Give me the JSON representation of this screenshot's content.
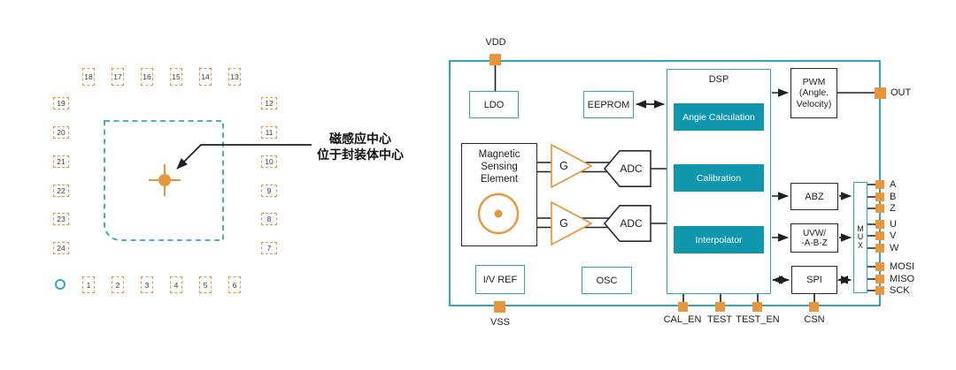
{
  "figure": {
    "package": {
      "pins_top": [
        "18",
        "17",
        "16",
        "15",
        "14",
        "13"
      ],
      "pins_left": [
        "19",
        "20",
        "21",
        "22",
        "23",
        "24"
      ],
      "pins_right": [
        "12",
        "11",
        "10",
        "9",
        "8",
        "7"
      ],
      "pins_bottom": [
        "1",
        "2",
        "3",
        "4",
        "5",
        "6"
      ],
      "annotation": "磁感应中心\n位于封装体中心"
    },
    "block_diagram": {
      "ldo": "LDO",
      "eeprom": "EEPROM",
      "dsp": "DSP",
      "angle_calculation": "Angie Calculation",
      "calibration": "Calibration",
      "interpolator": "Interpolator",
      "pwm": "PWM\n(Angle.\nVelocity)",
      "magnetic_sensing_element": "Magnetic\nSensing\nElement",
      "gain1": "G",
      "gain2": "G",
      "adc1": "ADC",
      "adc2": "ADC",
      "abz": "ABZ",
      "uvw": "UVW/\n-A-B-Z",
      "spi": "SPI",
      "mux": "M\nU\nX",
      "iv_ref": "I/V REF",
      "osc": "OSC",
      "pin_vdd": "VDD",
      "pin_vss": "VSS",
      "pin_out": "OUT",
      "pin_cal_en": "CAL_EN",
      "pin_test": "TEST",
      "pin_test_en": "TEST_EN",
      "pin_csn": "CSN",
      "right_pins": [
        "A",
        "B",
        "Z",
        "U",
        "V",
        "W",
        "MOSI",
        "MISO",
        "SCK"
      ]
    },
    "colors": {
      "teal": "#2fa7b9",
      "teal_fill": "#1096ad",
      "orange": "#e8963c",
      "line": "#1f1f1f"
    }
  }
}
